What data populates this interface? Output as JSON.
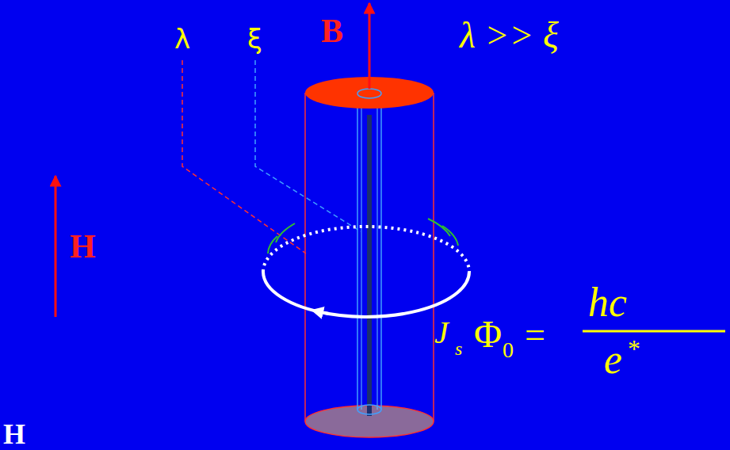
{
  "diagram": {
    "labels": [
      "B",
      "λ",
      "ξ",
      "λ >> ξ",
      "H",
      "J",
      "s",
      "Φ",
      "0",
      "=",
      "hc",
      "e",
      "*",
      "H"
    ]
  }
}
